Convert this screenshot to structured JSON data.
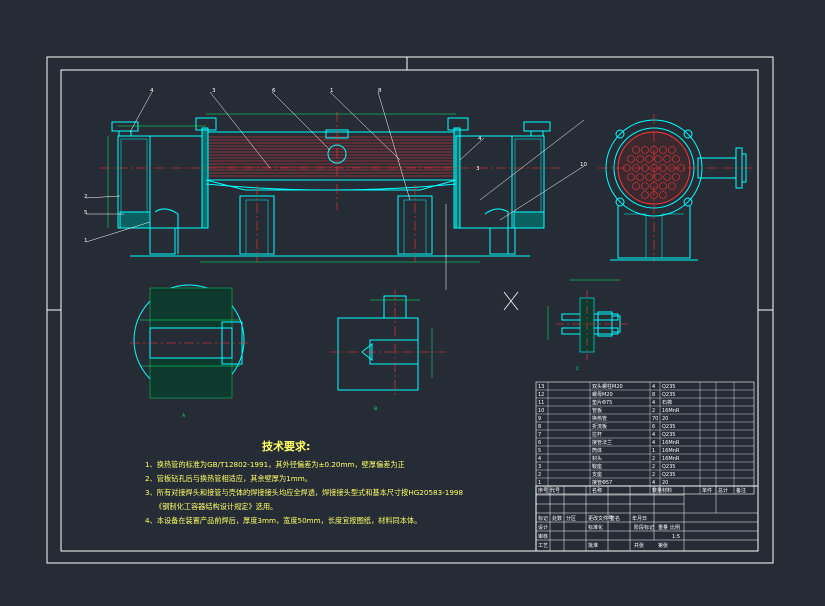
{
  "background": "#262c36",
  "colors": {
    "frame": "#ffffff",
    "outline": "#00ffff",
    "shell": "#00ffff",
    "tubes": "#ff3333",
    "centerline": "#ff3333",
    "text": "#ffff66",
    "leader": "#ffffff",
    "dimension": "#00ff66",
    "hatch": "#00ff66"
  },
  "leaders": [
    "4",
    "3",
    "6",
    "1",
    "8",
    "2",
    "5",
    "4",
    "3",
    "1",
    "10"
  ],
  "technical_requirements": {
    "title": "技术要求:",
    "items": [
      "1、换热管的标准为GB/T12802-1991，其外径偏差为±0.20mm，壁厚偏差为正",
      "2、管板钻孔后与换热管相适应，其余壁厚为1mm。",
      "3、所有对接焊头和接管与壳体的焊接接头均应全焊透，焊接接头型式和基本尺寸按HG20583-1998",
      "《钢制化工容器结构设计规定》选用。",
      "4、本设备在装置产品前焊后，厚度3mm，宽度50mm，长度宜按图纸，材料同本体。"
    ]
  },
  "parts_table": {
    "rows": [
      [
        "13",
        "双头螺柱M20",
        "4",
        "Q235"
      ],
      [
        "12",
        "螺母M20",
        "8",
        "Q235"
      ],
      [
        "11",
        "垫片Φ75",
        "4",
        "石棉"
      ],
      [
        "10",
        "管板",
        "2",
        "16MnR"
      ],
      [
        "9",
        "换热管",
        "70",
        "20"
      ],
      [
        "8",
        "折流板",
        "6",
        "Q235"
      ],
      [
        "7",
        "拉杆",
        "4",
        "Q235"
      ],
      [
        "6",
        "接管法兰",
        "4",
        "16MnR"
      ],
      [
        "5",
        "筒体",
        "1",
        "16MnR"
      ],
      [
        "4",
        "封头",
        "2",
        "16MnR"
      ],
      [
        "3",
        "鞍座",
        "2",
        "Q235"
      ],
      [
        "2",
        "支座",
        "2",
        "Q235"
      ],
      [
        "1",
        "接管Φ57",
        "4",
        "20"
      ]
    ],
    "header": [
      "序号",
      "代号",
      "名称",
      "数量",
      "材料",
      "单件",
      "总计",
      "备注"
    ]
  },
  "title_block": {
    "labels": [
      "标记",
      "处数",
      "分区",
      "更改文件号",
      "签名",
      "年月日",
      "设计",
      "标准化",
      "审核",
      "工艺",
      "批准",
      "阶段标记",
      "重量",
      "比例",
      "共张",
      "第张"
    ],
    "scale": "1:5"
  }
}
